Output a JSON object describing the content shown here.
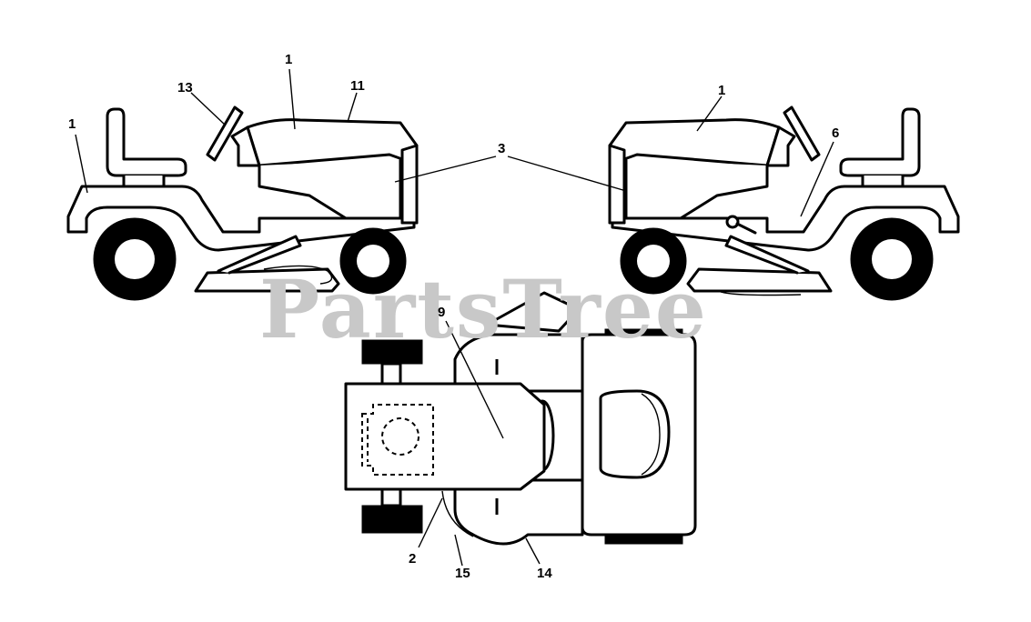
{
  "watermark": "PartsTree",
  "callouts": {
    "c1a": "1",
    "c13": "13",
    "c1b": "1",
    "c11": "11",
    "c3": "3",
    "c1c": "1",
    "c6": "6",
    "c9": "9",
    "c2": "2",
    "c15": "15",
    "c14": "14"
  }
}
